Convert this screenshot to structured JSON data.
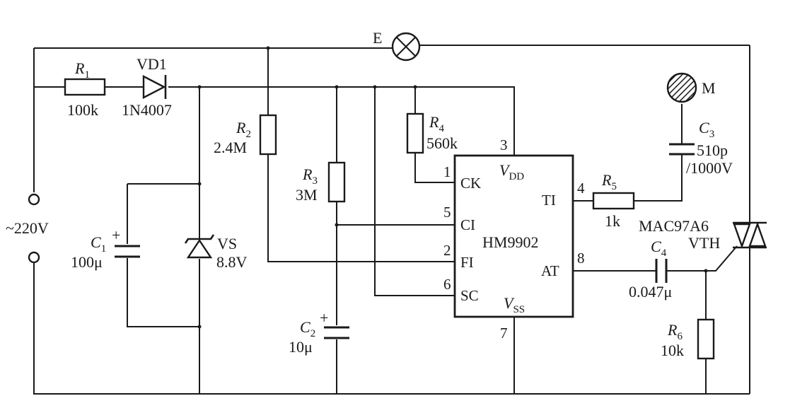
{
  "source_label": "~220V",
  "lamp": {
    "name": "E"
  },
  "resistors": {
    "r1": {
      "sym": "R",
      "sub": "1",
      "value": "100k"
    },
    "r2": {
      "sym": "R",
      "sub": "2",
      "value": "2.4M"
    },
    "r3": {
      "sym": "R",
      "sub": "3",
      "value": "3M"
    },
    "r4": {
      "sym": "R",
      "sub": "4",
      "value": "560k"
    },
    "r5": {
      "sym": "R",
      "sub": "5",
      "value": "1k"
    },
    "r6": {
      "sym": "R",
      "sub": "6",
      "value": "10k"
    }
  },
  "capacitors": {
    "c1": {
      "sym": "C",
      "sub": "1",
      "value": "100μ"
    },
    "c2": {
      "sym": "C",
      "sub": "2",
      "value": "10μ"
    },
    "c3": {
      "sym": "C",
      "sub": "3",
      "value": "510p",
      "rating": "/1000V"
    },
    "c4": {
      "sym": "C",
      "sub": "4",
      "value": "0.047μ"
    }
  },
  "diode": {
    "name": "VD1",
    "part": "1N4007"
  },
  "zener": {
    "name": "VS",
    "value": "8.8V"
  },
  "triac": {
    "part": "MAC97A6",
    "name": "VTH"
  },
  "touch_plate": {
    "name": "M"
  },
  "ic": {
    "name": "HM9902",
    "vdd": {
      "main": "V",
      "sub": "DD"
    },
    "vss": {
      "main": "V",
      "sub": "SS"
    },
    "pins": {
      "ck": {
        "num": "1",
        "label": "CK"
      },
      "fi": {
        "num": "2",
        "label": "FI"
      },
      "vdd": {
        "num": "3"
      },
      "ti": {
        "num": "4",
        "label": "TI"
      },
      "ci": {
        "num": "5",
        "label": "CI"
      },
      "sc": {
        "num": "6",
        "label": "SC"
      },
      "vss": {
        "num": "7"
      },
      "at": {
        "num": "8",
        "label": "AT"
      }
    }
  }
}
